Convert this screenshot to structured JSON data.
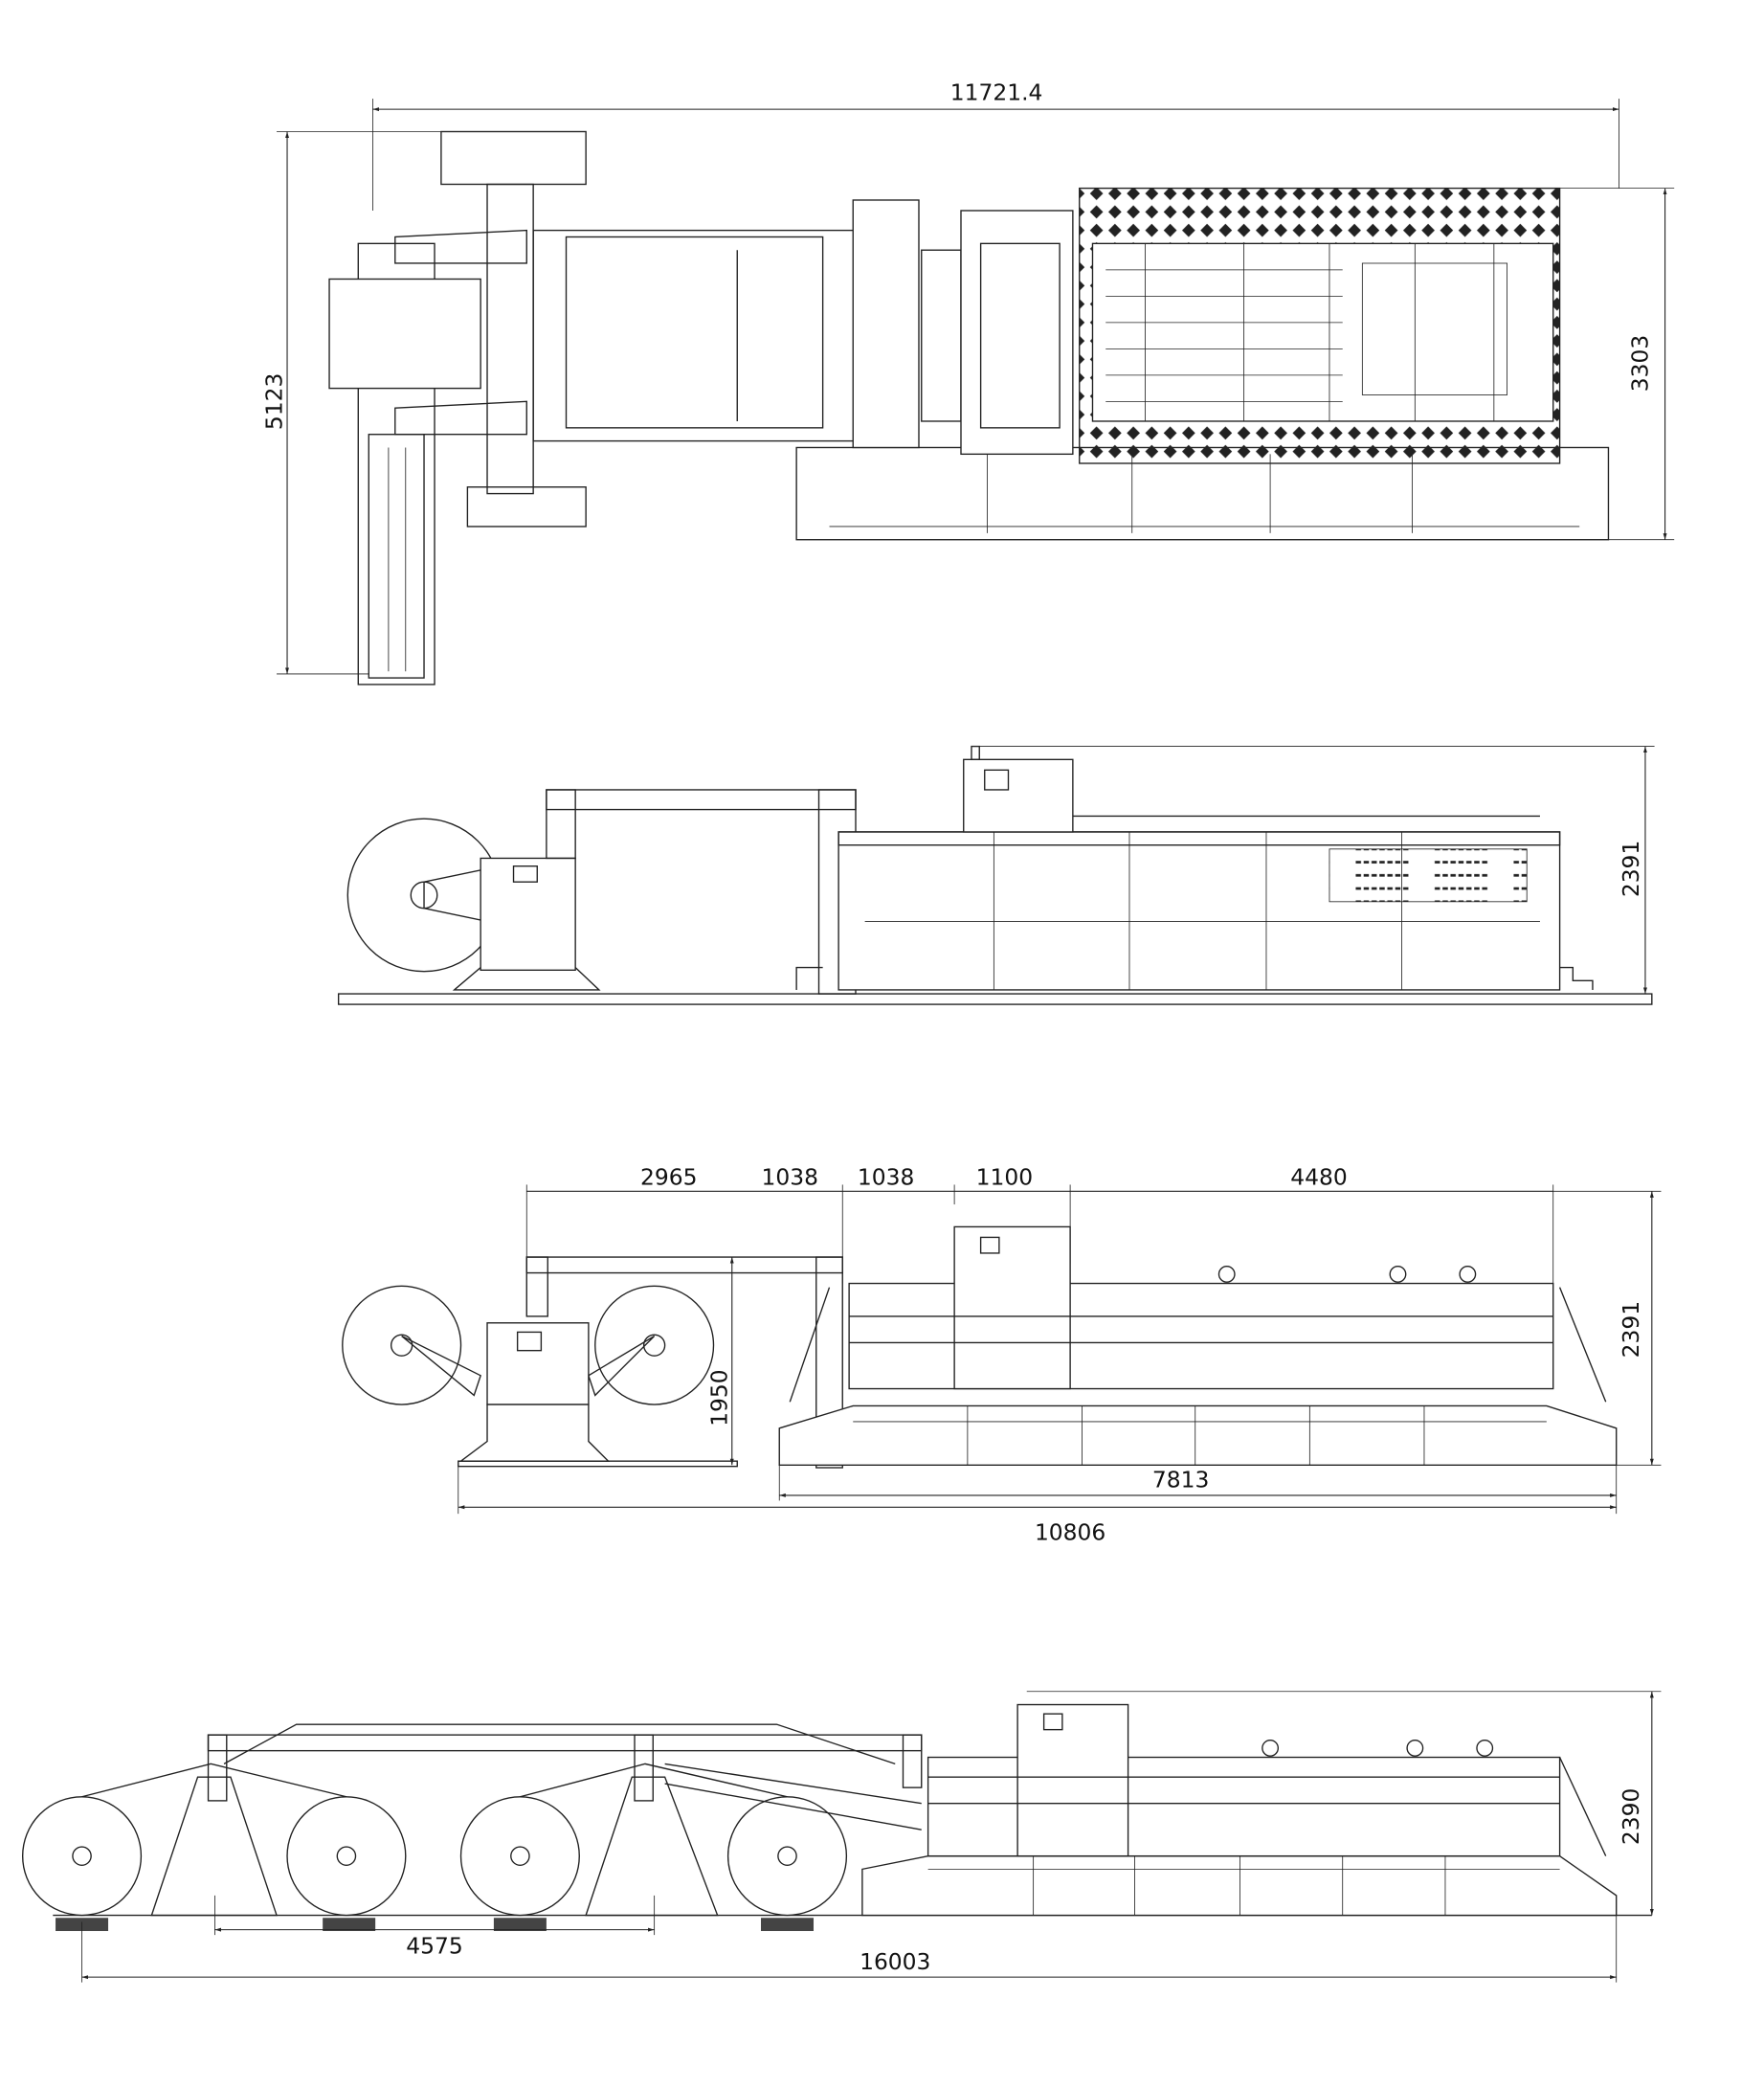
{
  "drawing": {
    "line_color": "#222222",
    "background": "#ffffff",
    "views": [
      {
        "dimensions": {
          "overall_length": "11721.4",
          "overall_width": "5123",
          "main_width": "3303"
        }
      },
      {
        "dimensions": {
          "height": "2391"
        }
      },
      {
        "dimensions": {
          "seg1": "2965",
          "seg2": "1038",
          "seg3": "1038",
          "seg4": "1100",
          "seg5": "4480",
          "height": "2391",
          "stand_height": "1950",
          "machine_length": "7813",
          "overall_length": "10806"
        }
      },
      {
        "dimensions": {
          "height": "2390",
          "stand_spacing": "4575",
          "overall_length": "16003"
        }
      }
    ]
  }
}
